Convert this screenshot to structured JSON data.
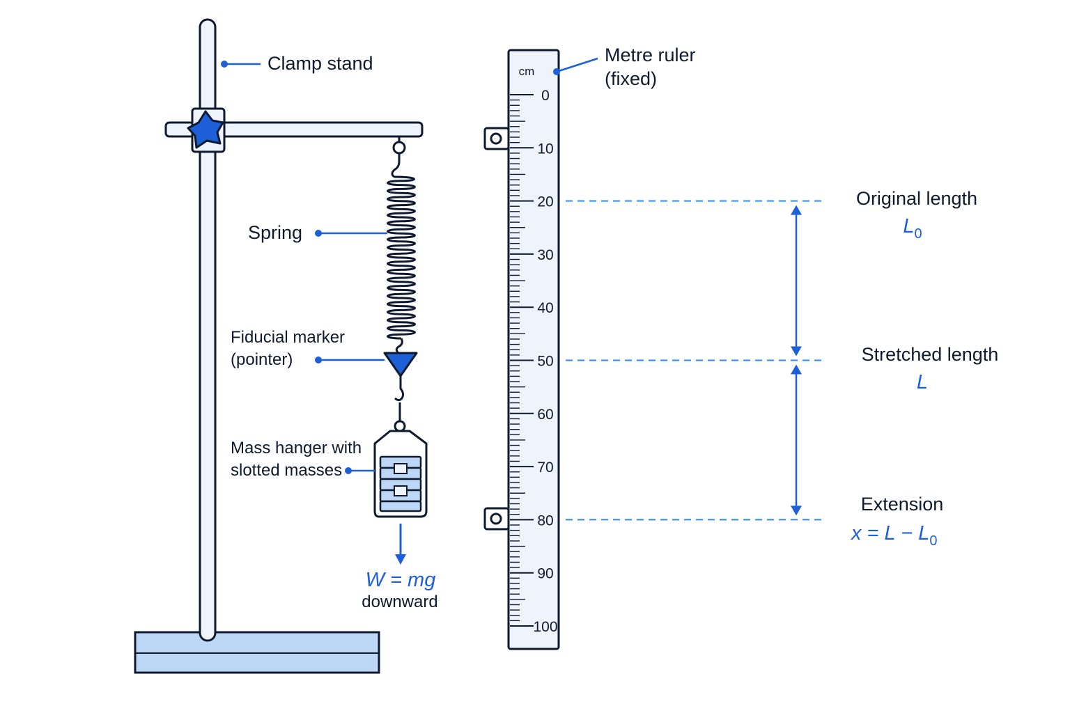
{
  "labels": {
    "clamp_stand": "Clamp stand",
    "spring": "Spring",
    "fiducial_line1": "Fiducial marker",
    "fiducial_line2": "(pointer)",
    "mass_line1": "Mass hanger with",
    "mass_line2": "slotted masses",
    "ruler_line1": "Metre ruler",
    "ruler_line2": "(fixed)",
    "original_length": "Original length",
    "original_symbol": "L",
    "original_sub": "0",
    "stretched_length": "Stretched length",
    "stretched_symbol": "L",
    "extension": "Extension",
    "extension_formula_main": "x = L − L",
    "extension_formula_sub": "0",
    "weight_formula": "W = mg",
    "weight_direction": "downward"
  },
  "ruler": {
    "unit": "cm",
    "min": 0,
    "max": 100,
    "major_step": 10,
    "minor_step": 1,
    "tick_labels": [
      "0",
      "10",
      "20",
      "30",
      "40",
      "50",
      "60",
      "70",
      "80",
      "90",
      "100"
    ]
  },
  "readings": {
    "original_length_cm": 20,
    "stretched_length_cm": 50,
    "extension_marker_cm": 80
  },
  "colors": {
    "accent": "#1c5fd6",
    "dashed": "#2d8ae8",
    "outline": "#0f1a2e",
    "fill_light": "#eef3fc",
    "base_fill": "#bcd8f6"
  }
}
